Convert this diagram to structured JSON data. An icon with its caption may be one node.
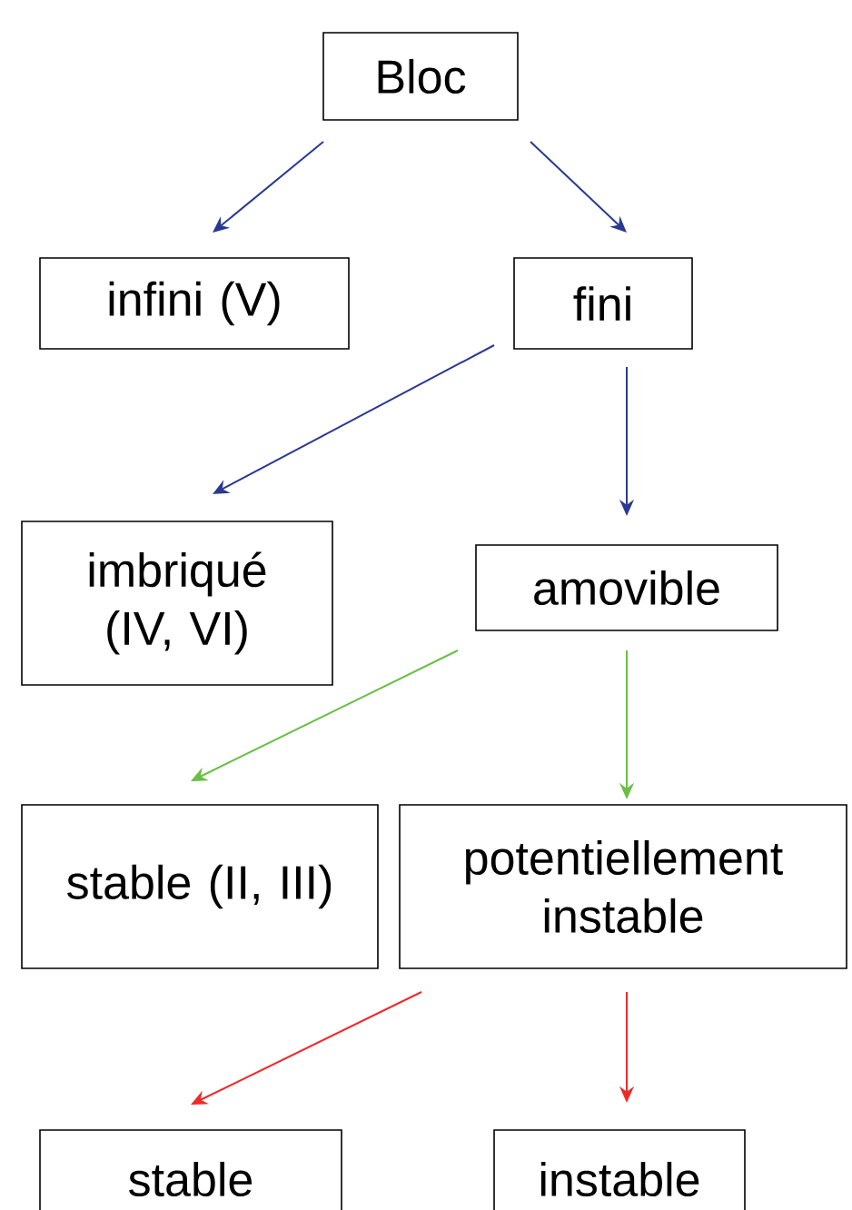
{
  "diagram": {
    "nodes": [
      {
        "text": [
          "Bloc"
        ]
      },
      {
        "text": [
          "infini (V)"
        ]
      },
      {
        "text": [
          "fini"
        ]
      },
      {
        "text": [
          "imbriqué (IV, VI)"
        ]
      },
      {
        "text": [
          "amovible"
        ]
      },
      {
        "text": [
          "stable (II, III)"
        ]
      },
      {
        "text": [
          "potentiellement instable"
        ]
      },
      {
        "text": [
          "stable"
        ]
      },
      {
        "text": [
          "instable"
        ]
      }
    ],
    "edges": [
      {
        "from": 0,
        "to": 1,
        "arrow": "to"
      },
      {
        "from": 0,
        "to": 2,
        "arrow": "to"
      },
      {
        "from": 2,
        "to": 3,
        "arrow": "to"
      },
      {
        "from": 2,
        "to": 4,
        "arrow": "to"
      },
      {
        "from": 4,
        "to": 5,
        "arrow": "to",
        "color": "#6abf45"
      },
      {
        "from": 4,
        "to": 6,
        "arrow": "to",
        "color": "#6abf45"
      },
      {
        "from": 6,
        "to": 7,
        "arrow": "to",
        "color": "#ee2a2b"
      },
      {
        "from": 6,
        "to": 8,
        "arrow": "to",
        "color": "#ee2a2b"
      }
    ]
  }
}
